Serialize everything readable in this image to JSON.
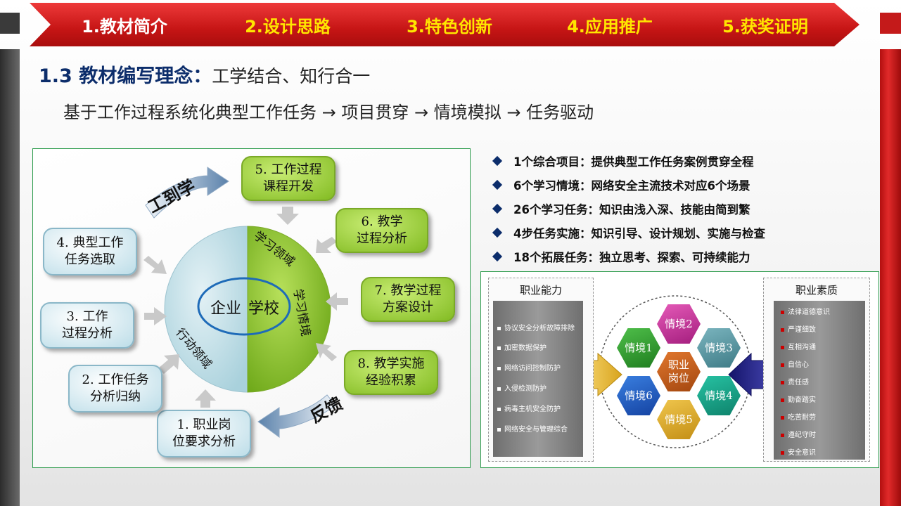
{
  "nav": {
    "tabs": [
      {
        "label": "1.教材简介"
      },
      {
        "label": "2.设计思路"
      },
      {
        "label": "3.特色创新"
      },
      {
        "label": "4.应用推广"
      },
      {
        "label": "5.获奖证明"
      }
    ]
  },
  "heading": {
    "title": "1.3 教材编写理念：",
    "subtitle": "工学结合、知行合一"
  },
  "subline": "基于工作过程系统化典型工作任务 → 项目贯穿 → 情境模拟 → 任务驱动",
  "cycle": {
    "steps": [
      {
        "label": "1. 职业岗\n位要求分析"
      },
      {
        "label": "2. 工作任务\n分析归纳"
      },
      {
        "label": "3. 工作\n过程分析"
      },
      {
        "label": "4. 典型工作\n任务选取"
      },
      {
        "label": "5. 工作过程\n课程开发"
      },
      {
        "label": "6. 教学\n过程分析"
      },
      {
        "label": "7. 教学过程\n方案设计"
      },
      {
        "label": "8. 教学实施\n经验积累"
      }
    ],
    "arrow_top": "工到学",
    "arrow_bottom": "反馈",
    "center_left": "企业",
    "center_right": "学校",
    "region_action": "行动领域",
    "region_study": "学习领域",
    "region_situation": "学习情境"
  },
  "bullets": [
    "1个综合项目：提供典型工作任务案例贯穿全程",
    "6个学习情境：网络安全主流技术对应6个场景",
    "26个学习任务：知识由浅入深、技能由简到繁",
    "4步任务实施：知识引导、设计规划、实施与检查",
    "18个拓展任务：独立思考、探索、可持续能力"
  ],
  "diagram": {
    "left_title": "职业能力",
    "left_items": [
      "协议安全分析故障排除",
      "加密数据保护",
      "网络访问控制防护",
      "入侵检测防护",
      "病毒主机安全防护",
      "网络安全与管理综合"
    ],
    "right_title": "职业素质",
    "right_items": [
      "法律道德意识",
      "严谨细致",
      "互相沟通",
      "自信心",
      "责任感",
      "勤奋踏实",
      "吃苦耐劳",
      "遵纪守时",
      "安全意识"
    ],
    "center": "职业\n岗位",
    "hexes": [
      "情境1",
      "情境2",
      "情境3",
      "情境4",
      "情境5",
      "情境6"
    ]
  },
  "colors": {
    "nav_red": "#c61515",
    "nav_text": "#ffe600",
    "heading_blue": "#0c2d6b",
    "green": "#8cc63f",
    "light_blue": "#c9e3ea"
  }
}
